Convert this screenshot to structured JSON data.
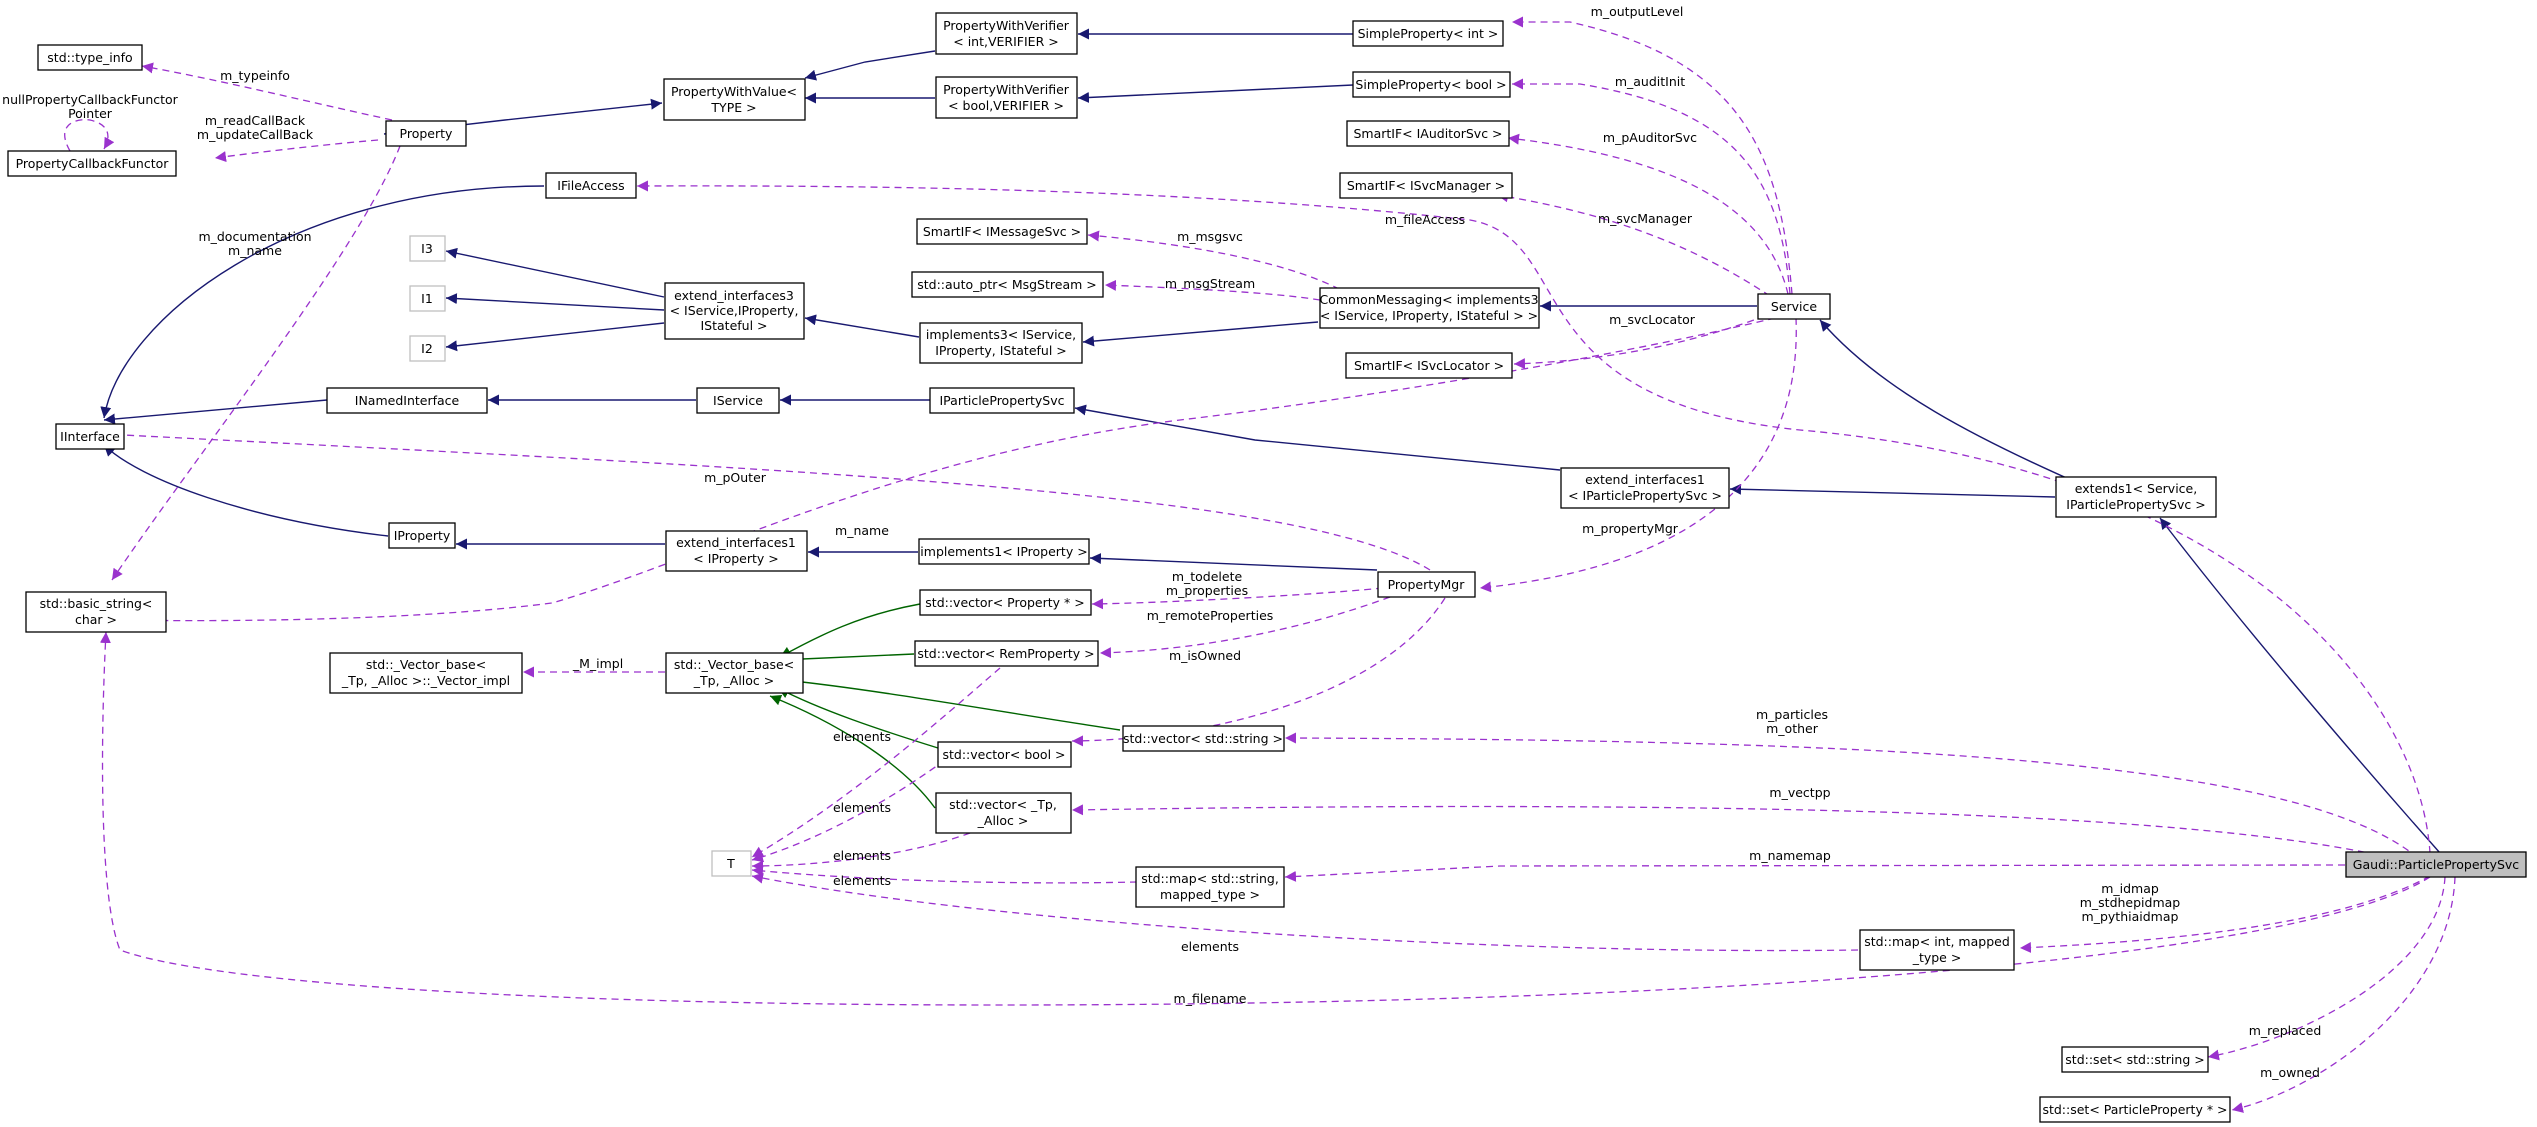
{
  "colors": {
    "inheritance": "#191970",
    "template": "#006400",
    "usage": "#9a32cd",
    "focus_fill": "#bfbfbf",
    "grey_border": "#bfbfbf"
  },
  "nodes": {
    "std_type_info": [
      "std::type_info"
    ],
    "prop_cb_functor": [
      "PropertyCallbackFunctor"
    ],
    "property": [
      "Property"
    ],
    "pwv": [
      "PropertyWithValue<",
      "TYPE >"
    ],
    "pwver_int": [
      "PropertyWithVerifier",
      "< int,VERIFIER >"
    ],
    "pwver_bool": [
      "PropertyWithVerifier",
      "< bool,VERIFIER >"
    ],
    "sp_int": [
      "SimpleProperty< int >"
    ],
    "sp_bool": [
      "SimpleProperty< bool >"
    ],
    "sif_auditor": [
      "SmartIF< IAuditorSvc >"
    ],
    "sif_svcmgr": [
      "SmartIF< ISvcManager >"
    ],
    "ifileaccess": [
      "IFileAccess"
    ],
    "sif_msgsvc": [
      "SmartIF< IMessageSvc >"
    ],
    "auto_ptr": [
      "std::auto_ptr< MsgStream >"
    ],
    "cm": [
      "CommonMessaging< implements3",
      "< IService, IProperty, IStateful > >"
    ],
    "service": [
      "Service"
    ],
    "sif_svcloc": [
      "SmartIF< ISvcLocator >"
    ],
    "i3": [
      "I3"
    ],
    "i1": [
      "I1"
    ],
    "i2": [
      "I2"
    ],
    "ext3": [
      "extend_interfaces3",
      "< IService,IProperty,",
      "IStateful >"
    ],
    "impl3": [
      "implements3< IService,",
      "IProperty, IStateful >"
    ],
    "iinterface": [
      "IInterface"
    ],
    "inamed": [
      "INamedInterface"
    ],
    "iservice": [
      "IService"
    ],
    "ipps": [
      "IParticlePropertySvc"
    ],
    "ext1_pps": [
      "extend_interfaces1",
      "< IParticlePropertySvc >"
    ],
    "extends1": [
      "extends1< Service,",
      "IParticlePropertySvc >"
    ],
    "iproperty": [
      "IProperty"
    ],
    "ext1_prop": [
      "extend_interfaces1",
      "< IProperty >"
    ],
    "impl1_prop": [
      "implements1< IProperty >"
    ],
    "propmgr": [
      "PropertyMgr"
    ],
    "basic_string": [
      "std::basic_string<",
      "char >"
    ],
    "vec_prop": [
      "std::vector< Property * >"
    ],
    "vec_rem": [
      "std::vector< RemProperty >"
    ],
    "vb_impl": [
      "std::_Vector_base<",
      "_Tp, _Alloc >::_Vector_impl"
    ],
    "vb": [
      "std::_Vector_base<",
      "_Tp, _Alloc >"
    ],
    "vec_bool": [
      "std::vector< bool >"
    ],
    "vec_str": [
      "std::vector< std::string >"
    ],
    "vec_tp": [
      "std::vector< _Tp,",
      "_Alloc >"
    ],
    "t": [
      "T"
    ],
    "map_str": [
      "std::map< std::string,",
      "mapped_type >"
    ],
    "map_int": [
      "std::map< int, mapped",
      "_type >"
    ],
    "gaudi_pps": [
      "Gaudi::ParticlePropertySvc"
    ],
    "set_str": [
      "std::set< std::string >"
    ],
    "set_pp": [
      "std::set< ParticleProperty * >"
    ]
  },
  "edge_labels": {
    "m_typeinfo": [
      "m_typeinfo"
    ],
    "callbacks": [
      "m_readCallBack",
      "m_updateCallBack"
    ],
    "null_cb": [
      "nullPropertyCallbackFunctor",
      "Pointer"
    ],
    "doc_name": [
      "m_documentation",
      "m_name"
    ],
    "m_outputLevel": [
      "m_outputLevel"
    ],
    "m_auditInit": [
      "m_auditInit"
    ],
    "m_pAuditorSvc": [
      "m_pAuditorSvc"
    ],
    "m_fileAccess": [
      "m_fileAccess"
    ],
    "m_svcManager": [
      "m_svcManager"
    ],
    "m_msgsvc": [
      "m_msgsvc"
    ],
    "m_msgStream": [
      "m_msgStream"
    ],
    "m_svcLocator": [
      "m_svcLocator"
    ],
    "m_pOuter": [
      "m_pOuter"
    ],
    "m_name": [
      "m_name"
    ],
    "m_propertyMgr": [
      "m_propertyMgr"
    ],
    "todelete_props": [
      "m_todelete",
      "m_properties"
    ],
    "m_remoteProperties": [
      "m_remoteProperties"
    ],
    "m_isOwned": [
      "m_isOwned"
    ],
    "M_impl": [
      "_M_impl"
    ],
    "particles_other": [
      "m_particles",
      "m_other"
    ],
    "m_vectpp": [
      "m_vectpp"
    ],
    "m_namemap": [
      "m_namemap"
    ],
    "idmaps": [
      "m_idmap",
      "m_stdhepidmap",
      "m_pythiaidmap"
    ],
    "elements_rem": [
      "elements"
    ],
    "elements_bool": [
      "elements"
    ],
    "elements_tp": [
      "elements"
    ],
    "elements_map": [
      "elements"
    ],
    "elements_map_int": [
      "elements"
    ],
    "m_filename": [
      "m_filename"
    ],
    "m_replaced": [
      "m_replaced"
    ],
    "m_owned": [
      "m_owned"
    ]
  }
}
